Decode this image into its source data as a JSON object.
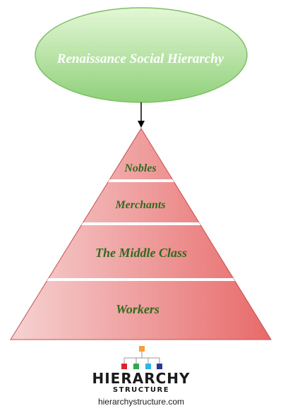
{
  "title": "Renaissance Social Hierarchy",
  "levels": [
    {
      "label": "Nobles"
    },
    {
      "label": "Merchants"
    },
    {
      "label": "The Middle Class"
    },
    {
      "label": "Workers"
    }
  ],
  "colors": {
    "ellipse_light": "#e4f7d6",
    "ellipse_dark": "#8fd07a",
    "pyramid_light": "#f6d2d2",
    "pyramid_dark": "#e86a6a",
    "pyramid_stroke": "#c94d4d",
    "label": "#2f6b1f",
    "logo_orange": "#f7a03a",
    "logo_red": "#d9262b",
    "logo_green": "#2fa84f",
    "logo_cyan": "#2bb6e8",
    "logo_navy": "#2b3a8f"
  },
  "logo": {
    "line1": "HIERARCHY",
    "line2": "STRUCTURE",
    "url": "hierarchystructure.com"
  }
}
